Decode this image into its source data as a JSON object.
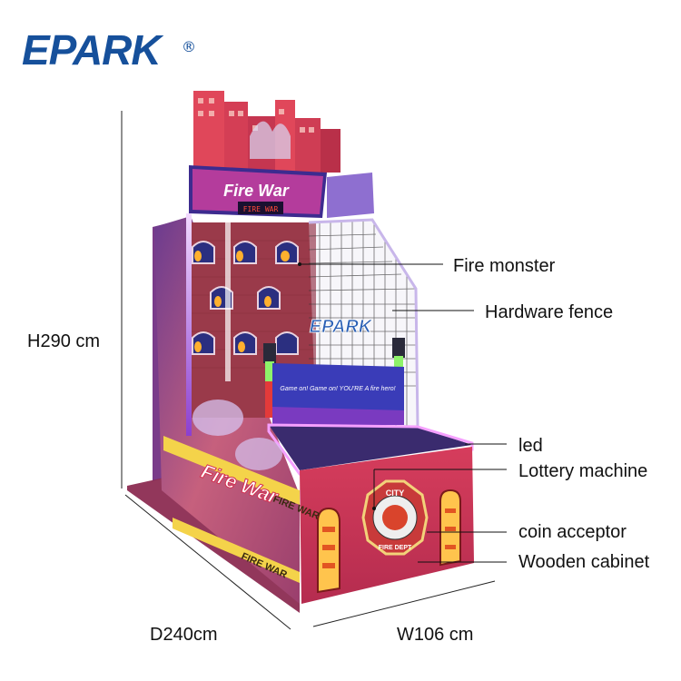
{
  "brand": {
    "logo_text": "EPARK",
    "registered_mark": "®"
  },
  "machine": {
    "marquee_title": "Fire War",
    "side_title": "Fire War",
    "score_text": "FIRE WAR",
    "panel_text": "Game on! Game on! YOU'RE A fire hero!",
    "crest_top": "CITY",
    "crest_bottom": "FIRE DEPT",
    "tape_text": "FIRE WAR",
    "fence_logo": "EPARK"
  },
  "callouts": {
    "fire_monster": "Fire monster",
    "hardware_fence": "Hardware fence",
    "led": "led",
    "lottery_machine": "Lottery machine",
    "coin_acceptor": "coin acceptor",
    "wooden_cabinet": "Wooden cabinet"
  },
  "dimensions": {
    "height": "H290 cm",
    "depth": "D240cm",
    "width": "W106 cm"
  },
  "colors": {
    "brand_blue": "#16509b",
    "cabinet_pink": "#c2335f",
    "building_red": "#9a3a4a",
    "neon_purple": "#9b59d6",
    "cabinet_red": "#d93b55"
  }
}
